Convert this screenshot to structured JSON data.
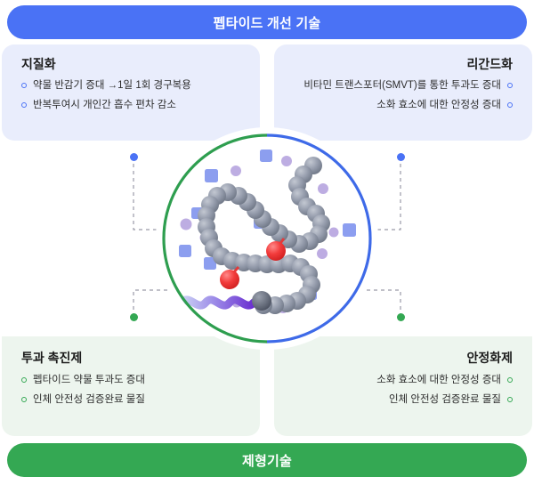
{
  "banners": {
    "top": {
      "label": "펩타이드 개선 기술",
      "color": "#4a72f5"
    },
    "bottom": {
      "label": "제형기술",
      "color": "#34a853"
    }
  },
  "panels": {
    "top_left": {
      "title": "지질화",
      "accent": "#4a72f5",
      "items": [
        "약물 반감기 증대 →1일 1회 경구복용",
        "반복투여시 개인간 흡수 편차 감소"
      ]
    },
    "top_right": {
      "title": "리간드화",
      "accent": "#4a72f5",
      "items": [
        "비타민 트랜스포터(SMVT)를 통한 투과도 증대",
        "소화 효소에 대한 안정성 증대"
      ]
    },
    "bottom_left": {
      "title": "투과 촉진제",
      "accent": "#34a853",
      "items": [
        "펩타이드 약물 투과도 증대",
        "인체 안전성 검증완료 물질"
      ]
    },
    "bottom_right": {
      "title": "안정화제",
      "accent": "#34a853",
      "items": [
        "소화 효소에 대한 안정성 증대",
        "인체 안전성 검증완료 물질"
      ]
    }
  },
  "center_illustration": {
    "name": "peptide-molecule-circle",
    "ring_top_color": "#3e6ae8",
    "ring_bottom_color": "#2e9e4f",
    "bead_color": "#8e95a3",
    "ligand_color": "#ef3b3b",
    "square_color": "#8094ee",
    "dot_color": "#b8a6e0",
    "tail_color": "#7b3fd4"
  },
  "connectors": {
    "top_left_dot": "#4a72f5",
    "top_right_dot": "#4a72f5",
    "bottom_left_dot": "#34a853",
    "bottom_right_dot": "#34a853",
    "line_color": "#9a9aa8"
  }
}
